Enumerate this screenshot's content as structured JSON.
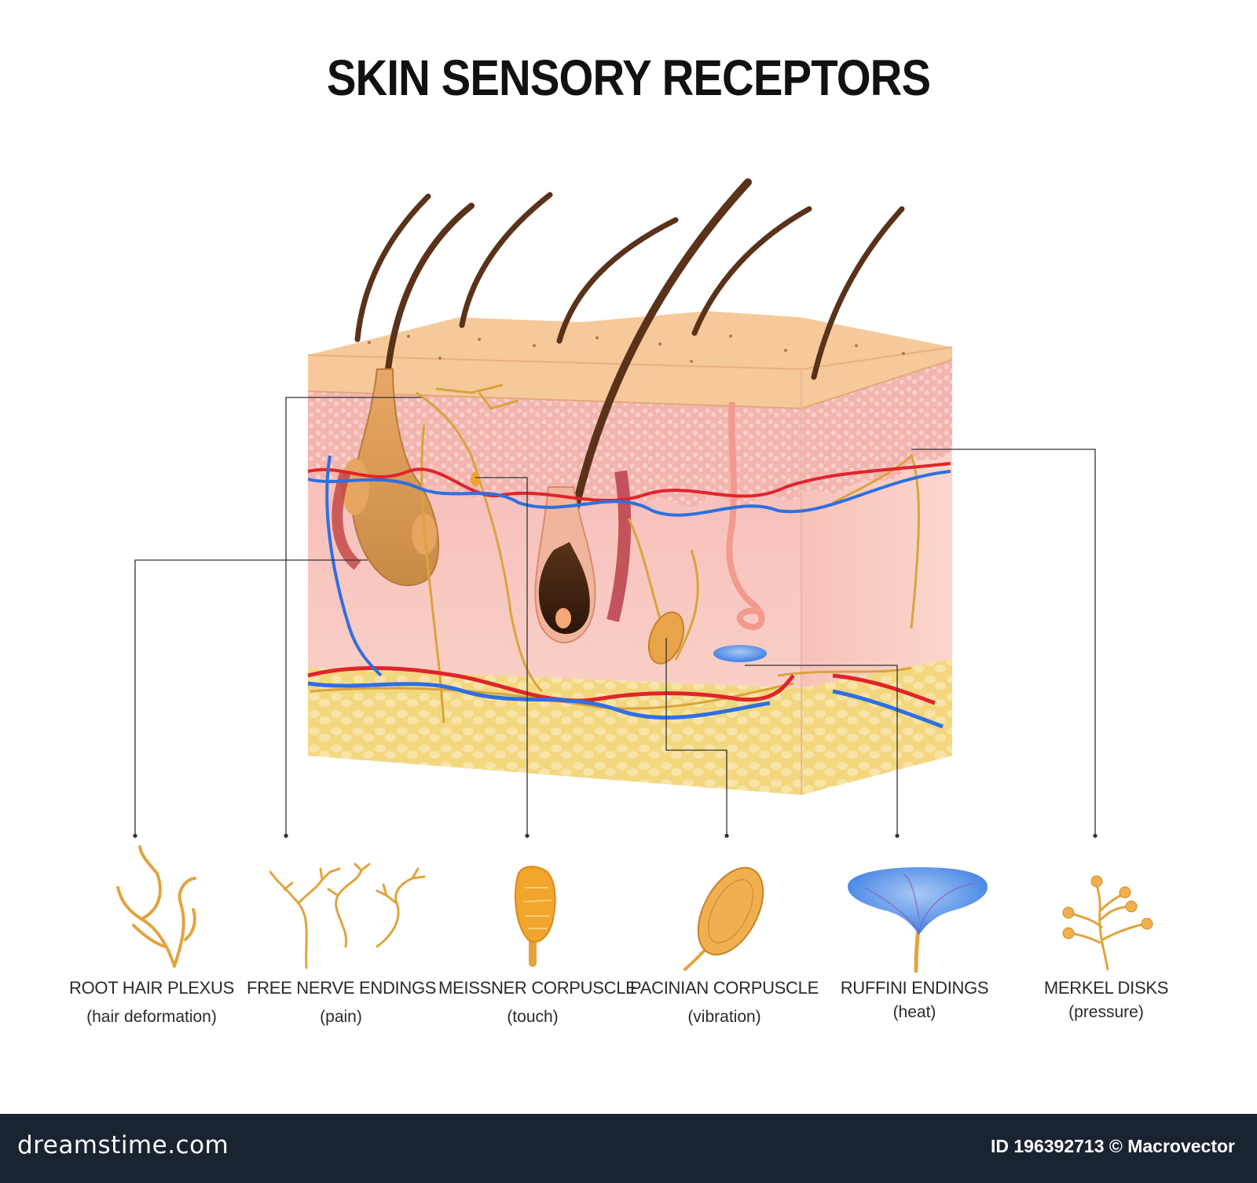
{
  "title": "SKIN SENSORY RECEPTORS",
  "receptors": [
    {
      "name": "ROOT HAIR PLEXUS",
      "function": "(hair deformation)"
    },
    {
      "name": "FREE NERVE ENDINGS",
      "function": "(pain)"
    },
    {
      "name": "MEISSNER CORPUSCLE",
      "function": "(touch)"
    },
    {
      "name": "PACINIAN CORPUSCLE",
      "function": "(vibration)"
    },
    {
      "name": "RUFFINI ENDINGS",
      "function": "(heat)"
    },
    {
      "name": "MERKEL DISKS",
      "function": "(pressure)"
    }
  ],
  "footer": {
    "brand": "dreamstime.com",
    "credit": "ID 196392713 © Macrovector"
  },
  "colors": {
    "epidermis": "#f5c99a",
    "dermis": "#f7c3c0",
    "fat": "#f4d98a",
    "nerve": "#d9a43c",
    "artery": "#e0242b",
    "vein": "#2f6fe0",
    "hair": "#5a3219",
    "footer_bg": "#1a2431"
  }
}
